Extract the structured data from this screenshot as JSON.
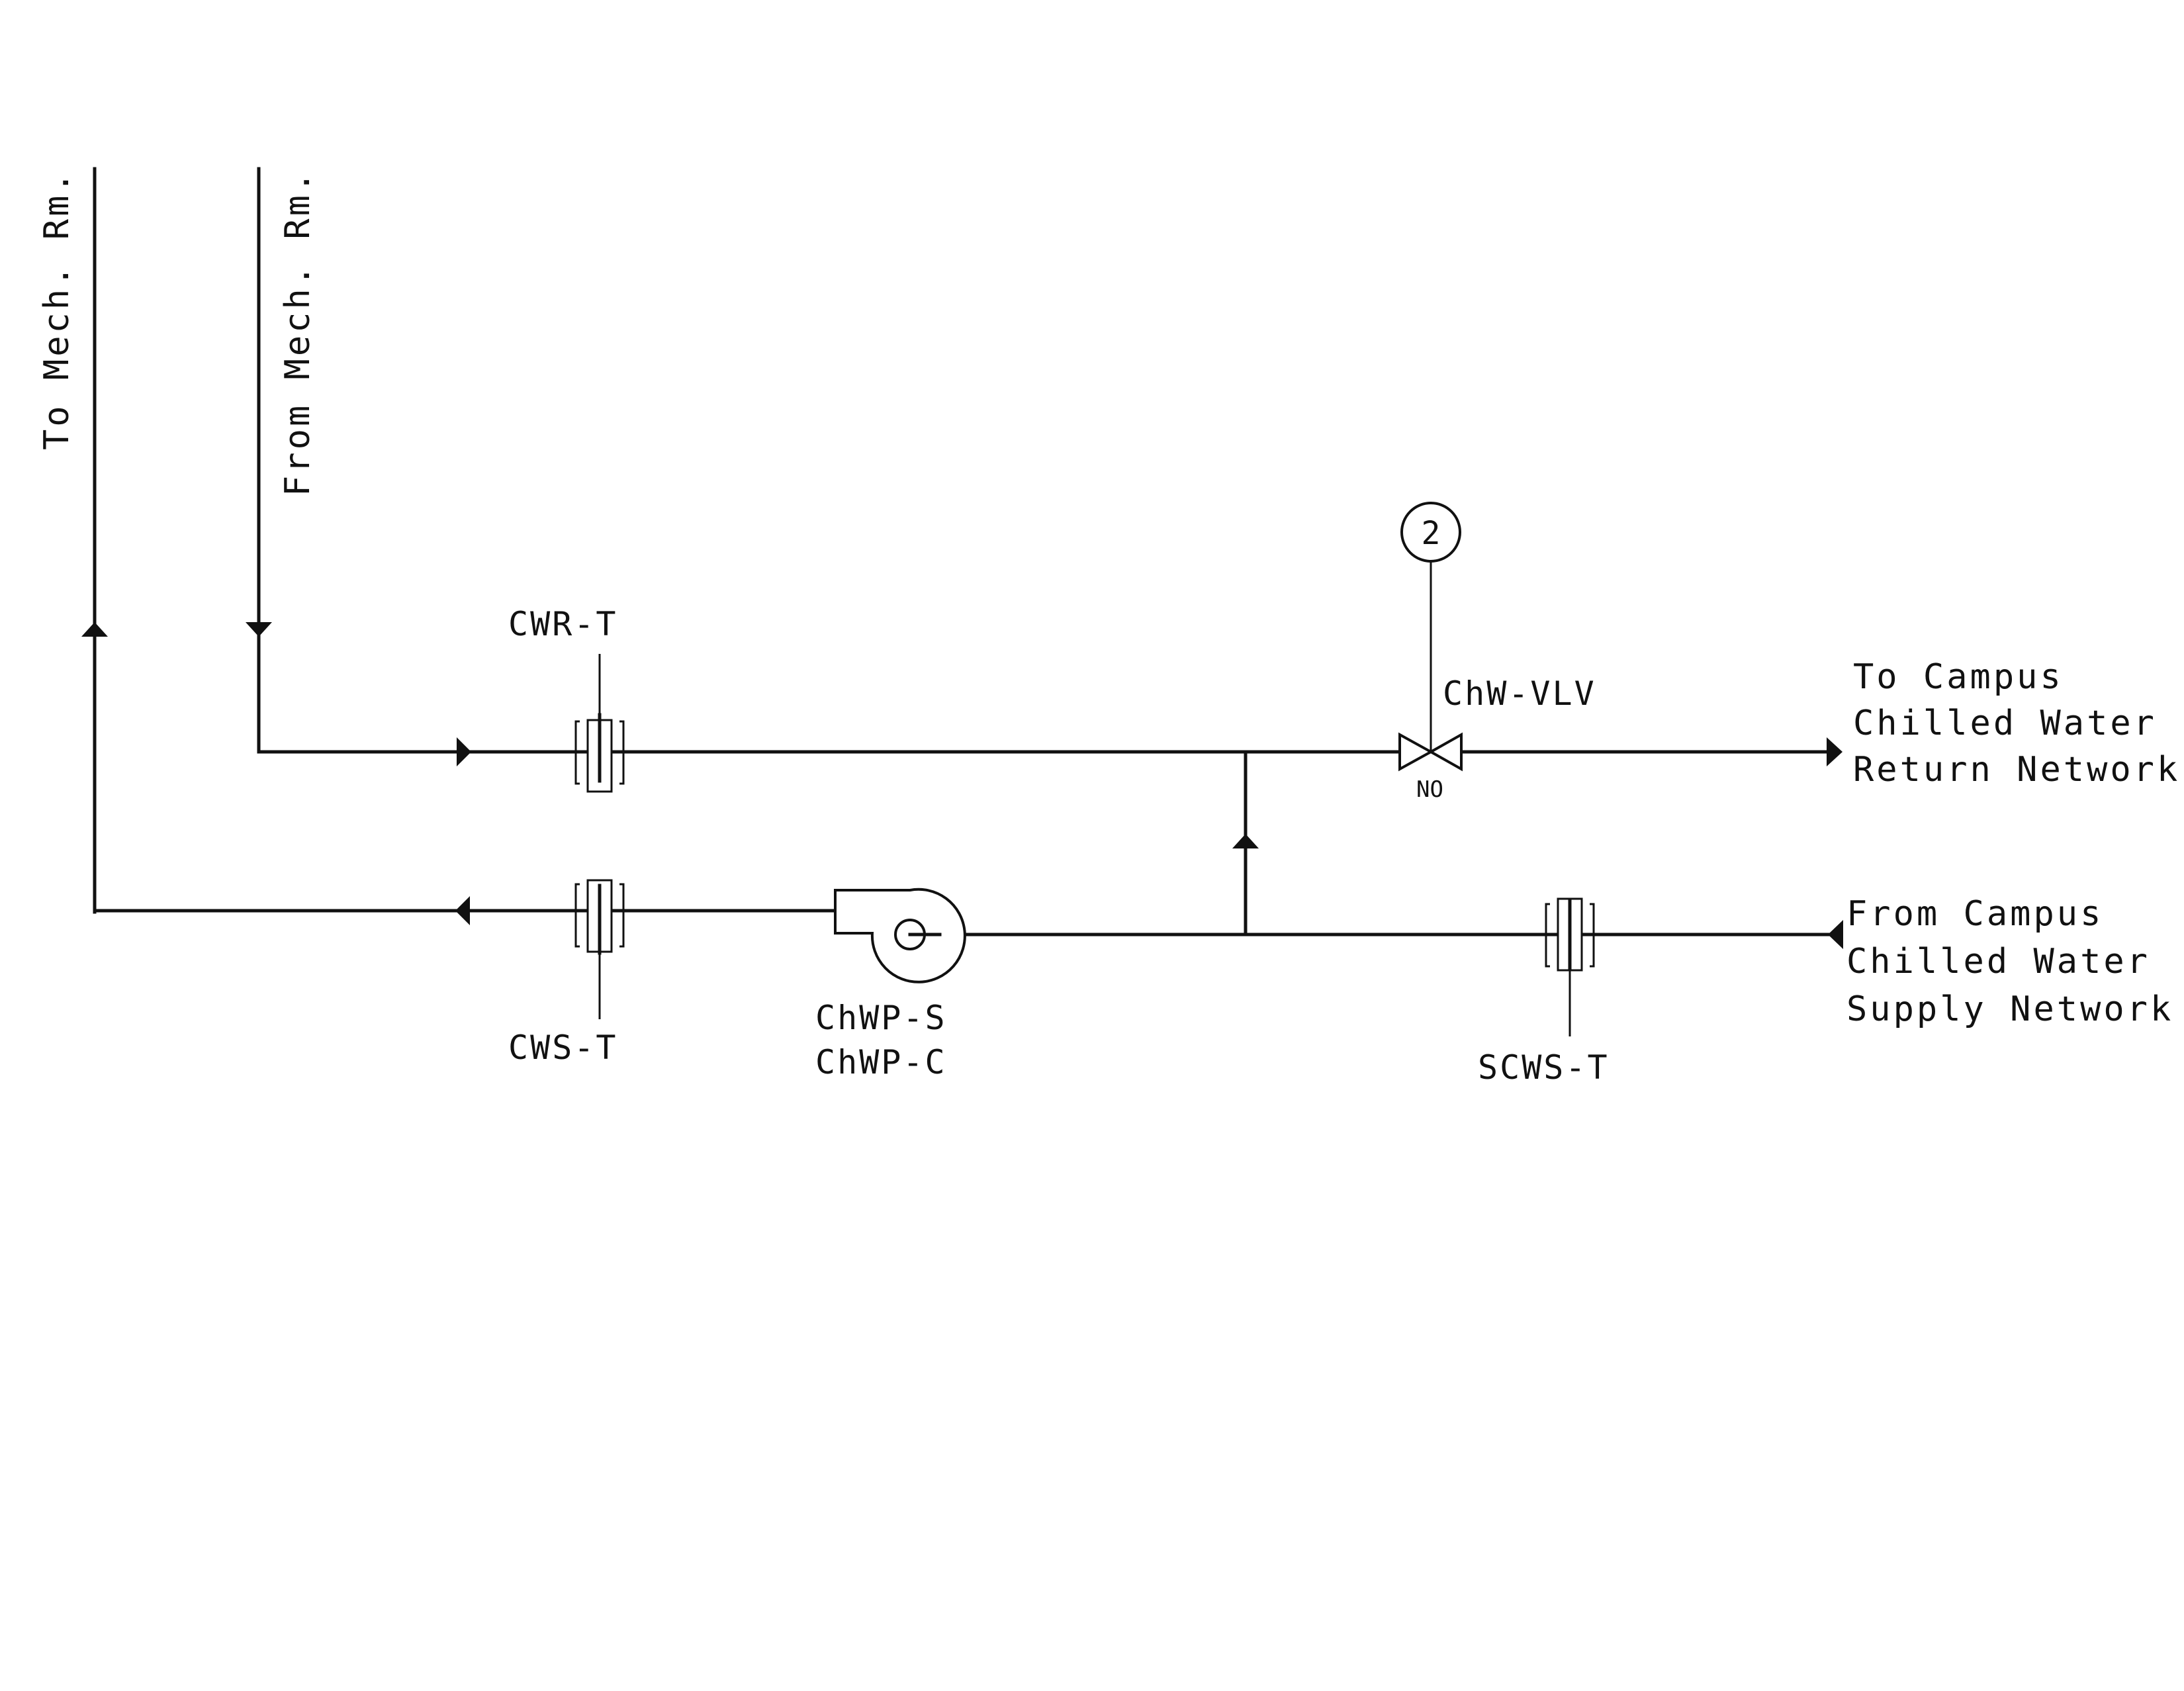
{
  "labels": {
    "to_mech_rm": "To Mech. Rm.",
    "from_mech_rm": "From Mech. Rm.",
    "cwr_t": "CWR-T",
    "cws_t": "CWS-T",
    "chwp_s": "ChWP-S",
    "chwp_c": "ChWP-C",
    "scws_t": "SCWS-T",
    "chw_vlv": "ChW-VLV",
    "valve_state": "NO",
    "controller_number": "2",
    "return_network": [
      "To Campus",
      "Chilled Water",
      "Return Network"
    ],
    "supply_network": [
      "From Campus",
      "Chilled Water",
      "Supply Network"
    ]
  },
  "colors": {
    "line": "#111111",
    "background": "#ffffff"
  },
  "icons": {
    "pump": "centrifugal-pump-icon",
    "valve": "two-way-valve-icon",
    "thermowell": "temperature-sensor-icon",
    "controller": "controller-bubble-icon",
    "flow_arrow": "flow-arrow-icon"
  }
}
